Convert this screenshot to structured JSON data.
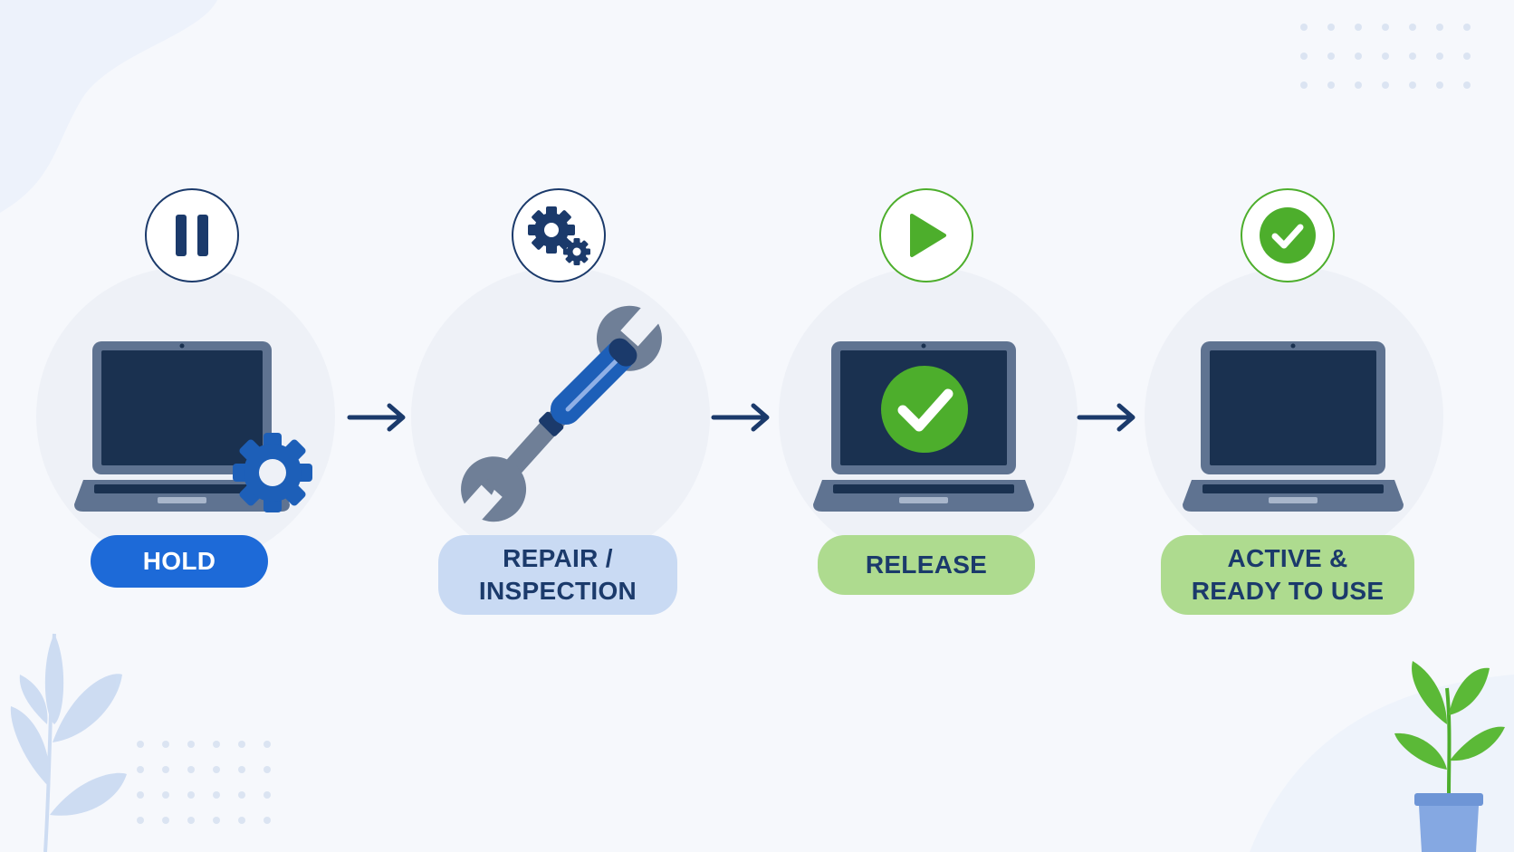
{
  "stages": [
    {
      "label": "HOLD",
      "status_icon": "pause-icon",
      "illustration": "laptop-with-gear"
    },
    {
      "label_lines": [
        "REPAIR /",
        "INSPECTION"
      ],
      "status_icon": "gears-icon",
      "illustration": "wrench-and-screwdriver"
    },
    {
      "label": "RELEASE",
      "status_icon": "play-icon",
      "illustration": "laptop-with-checkmark"
    },
    {
      "label_lines": [
        "ACTIVE &",
        "READY TO USE"
      ],
      "status_icon": "check-circle-icon",
      "illustration": "laptop"
    }
  ],
  "connectors": [
    "arrow-right-icon",
    "arrow-right-icon",
    "arrow-right-icon"
  ],
  "colors": {
    "navy": "#1b3a6b",
    "blue_pill": "#1d6ad8",
    "light_blue_pill": "#c9daf3",
    "green": "#4dae2c",
    "light_green_pill": "#aedb8f",
    "laptop_frame": "#5f7391",
    "laptop_screen": "#1a3150",
    "background": "#f6f8fc"
  }
}
